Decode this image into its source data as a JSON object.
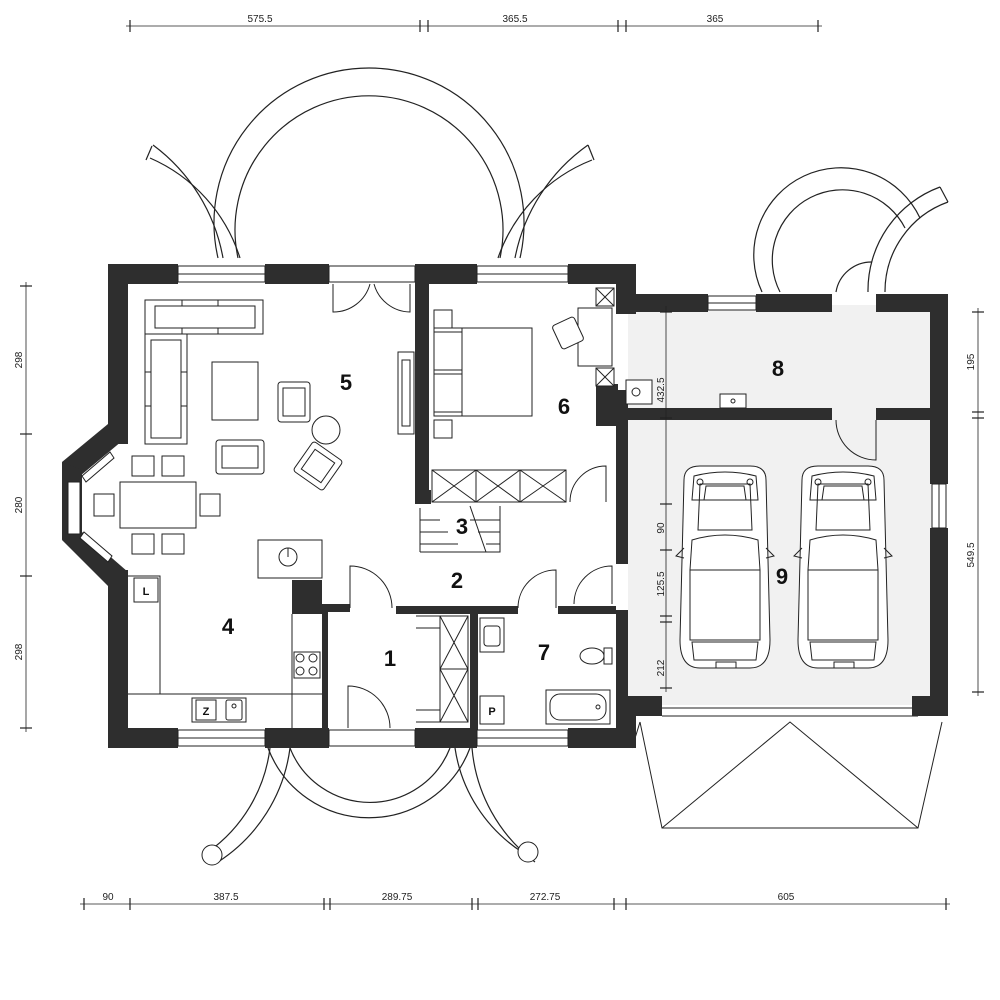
{
  "rooms": {
    "r1": "1",
    "r2": "2",
    "r3": "3",
    "r4": "4",
    "r5": "5",
    "r6": "6",
    "r7": "7",
    "r8": "8",
    "r9": "9"
  },
  "appliance_labels": {
    "fridge": "L",
    "sink": "Z",
    "boiler": "P"
  },
  "dimensions": {
    "top": [
      "575.5",
      "365.5",
      "365"
    ],
    "bottom": [
      "90",
      "387.5",
      "289.75",
      "272.75",
      "605"
    ],
    "left": [
      "298",
      "280",
      "298"
    ],
    "right": [
      "195",
      "549.5"
    ],
    "inner_vertical": [
      "432.5",
      "90",
      "125.5",
      "212"
    ]
  }
}
